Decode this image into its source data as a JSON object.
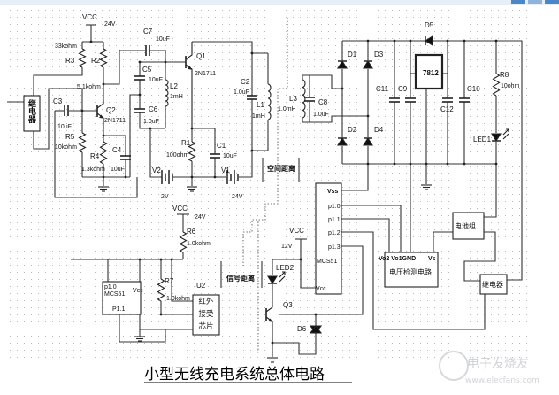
{
  "title": "小型无线充电系统总体电路",
  "watermark": {
    "brand": "电子发烧友",
    "url": "www.elecfans.com"
  },
  "colors": {
    "wire": "#333333",
    "grid_dot": "#b8b8b8",
    "top_band": "#dfe9f5",
    "top_buttons": "#4a86c8"
  },
  "labels": {
    "vcc1": "VCC",
    "vcc1_val": "24V",
    "r3": "R3",
    "r3_val": "33kohm",
    "r2": "R2",
    "r2_val": "5.1kohm",
    "c7": "C7",
    "c7_val": "10uF",
    "q1": "Q1",
    "q1_model": "2N1711",
    "c5": "C5",
    "c5_val": "10uF",
    "l2": "L2",
    "l2_val": "1mH",
    "c6": "C6",
    "c6_val": "1.0uF",
    "c3": "C3",
    "c3_val": "10uF",
    "q2": "Q2",
    "q2_model": "2N1711",
    "r5": "R5",
    "r5_val": "10kohm",
    "r4": "R4",
    "r4_val": "1.3kohm",
    "c4": "C4",
    "c4_val": "10uF",
    "r1": "R1",
    "r1_val": "100ohm",
    "c1": "C1",
    "c1_val": "10uF",
    "v2": "V2",
    "v2_val": "2V",
    "v1": "V1",
    "v1_val": "24V",
    "c2": "C2",
    "c2_val": "1.0uF",
    "l1": "L1",
    "l1_val": "1mH",
    "relay1": "继电器",
    "space_distance": "空间距离",
    "l3": "L3",
    "l3_val": "1.0mH",
    "c8": "C8",
    "c8_val": "1.0uF",
    "d1": "D1",
    "d2": "D2",
    "d3": "D3",
    "d4": "D4",
    "d5": "D5",
    "d6": "D6",
    "c11": "C11",
    "c9": "C9",
    "c12": "C12",
    "c10": "C10",
    "reg": "7812",
    "r8": "R8",
    "r8_val": "10ohm",
    "led1": "LED1",
    "mcu2_vss": "Vss",
    "mcu2_p10": "p1.0",
    "mcu2_p11": "p1.1",
    "mcu2_p12": "p1.2",
    "mcu2_p13": "p1.3",
    "mcu2_name": "MCS51",
    "mcu2_vcc": "Vcc",
    "vdet_pins": "Vo2 Vo1GND",
    "vdet_vs": "Vs",
    "vdet_name": "电压检测电路",
    "battery": "电池组",
    "relay2": "继电器",
    "vcc3": "VCC",
    "vcc3_val": "12V",
    "led2": "LED2",
    "q3": "Q3",
    "vcc2": "VCC",
    "vcc2_val": "24V",
    "r6": "R6",
    "r6_val": "1.0kohm",
    "r7": "R7",
    "r7_val": "1.0kohm",
    "u2": "U2",
    "u2_name": "红外接受芯片",
    "mcu1_p10": "p1.0",
    "mcu1_vcc": "Vcc",
    "mcu1_name": "MCS51",
    "mcu1_p11": "P1.1",
    "signal_distance": "信号距离"
  }
}
